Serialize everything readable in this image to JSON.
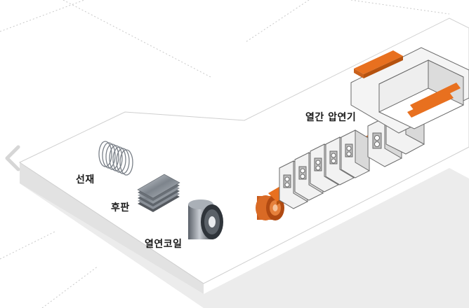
{
  "labels": {
    "wire_rod": "선재",
    "thick_plate": "후판",
    "hot_coil": "열연코일",
    "hot_rolling_mill": "열간 압연기"
  },
  "nav": {
    "prev_icon": "chevron-left-icon"
  },
  "colors": {
    "floor": "#ffffff",
    "shadow": "#e8e8e8",
    "accent_orange": "#e8701f",
    "steel_dark": "#3a3f46",
    "line": "#bfbfbf"
  }
}
